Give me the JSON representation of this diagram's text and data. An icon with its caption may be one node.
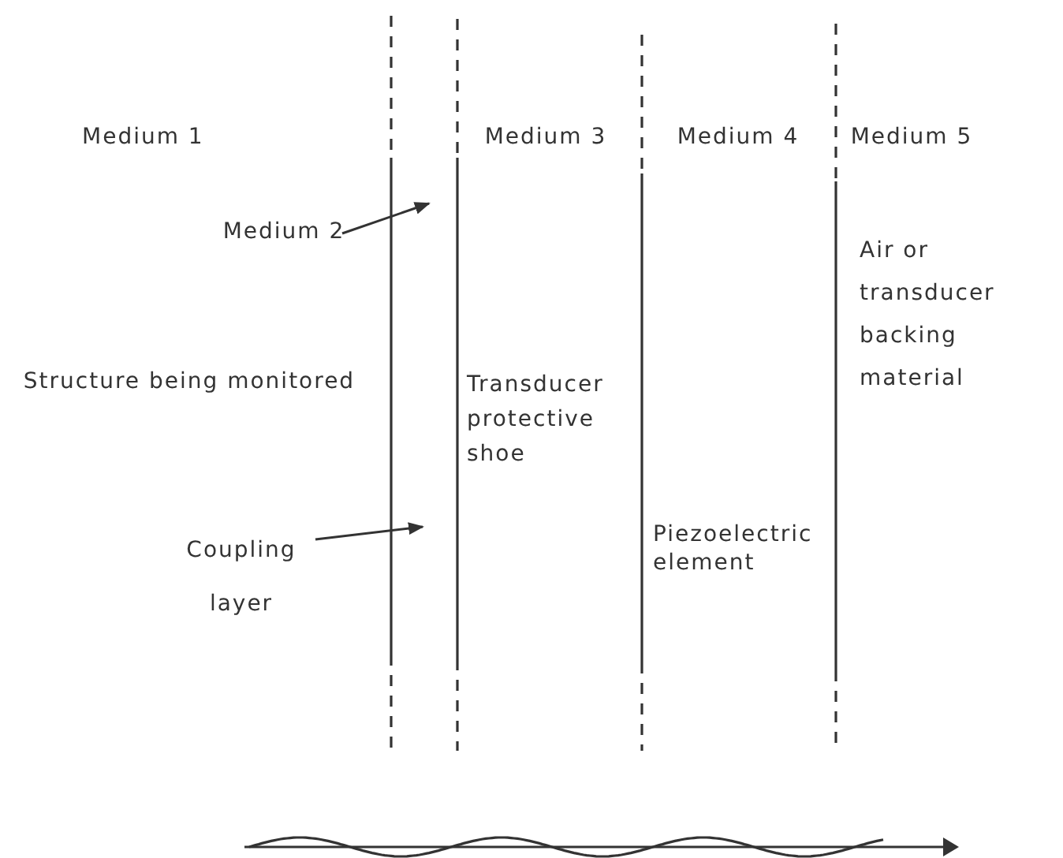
{
  "diagram": {
    "nodes": [
      {
        "text": [
          "Medium 2"
        ]
      },
      {
        "text": [
          "Coupling layer"
        ]
      }
    ],
    "edges": [
      {
        "from": 0,
        "to": null,
        "arrow": "to"
      },
      {
        "from": 1,
        "to": null,
        "arrow": "to"
      }
    ],
    "labels": [
      "Medium 1",
      "Medium 3",
      "Medium 4",
      "Medium 5",
      "Air or transducer backing material",
      "Structure being monitored",
      "Transducer protective shoe",
      "Piezoelectric element"
    ]
  }
}
